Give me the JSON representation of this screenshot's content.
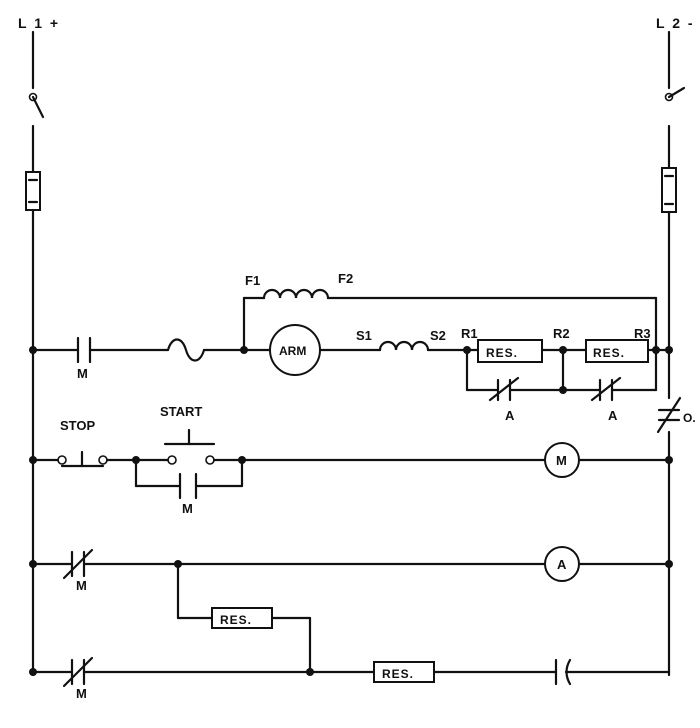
{
  "rails": {
    "left": "L 1 +",
    "right": "L 2 -"
  },
  "field": {
    "start": "F1",
    "end": "F2"
  },
  "armature": "ARM",
  "series_field": {
    "start": "S1",
    "end": "S2"
  },
  "resistor_taps": [
    "R1",
    "R2",
    "R3"
  ],
  "resistor_label": "RES.",
  "contacts": {
    "main": "M",
    "accel": "A",
    "overload": "O."
  },
  "pushbuttons": {
    "stop": "STOP",
    "start": "START"
  },
  "coils": {
    "main": "M",
    "timer": "A"
  }
}
